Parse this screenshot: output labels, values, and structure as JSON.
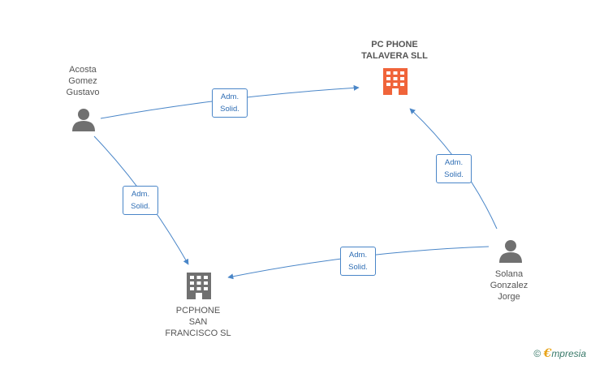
{
  "nodes": {
    "company_top": {
      "lines": [
        "PC PHONE",
        "TALAVERA SLL"
      ],
      "color": "#f0643a"
    },
    "company_bottom": {
      "lines": [
        "PCPHONE",
        "SAN",
        "FRANCISCO SL"
      ],
      "color": "#707070"
    },
    "person_left": {
      "lines": [
        "Acosta",
        "Gomez",
        "Gustavo"
      ]
    },
    "person_right": {
      "lines": [
        "Solana",
        "Gonzalez",
        "Jorge"
      ]
    }
  },
  "edges": [
    {
      "from": "person_left",
      "to": "company_top",
      "lines": [
        "Adm.",
        "Solid."
      ]
    },
    {
      "from": "person_left",
      "to": "company_bottom",
      "lines": [
        "Adm.",
        "Solid."
      ]
    },
    {
      "from": "person_right",
      "to": "company_top",
      "lines": [
        "Adm.",
        "Solid."
      ]
    },
    {
      "from": "person_right",
      "to": "company_bottom",
      "lines": [
        "Adm.",
        "Solid."
      ]
    }
  ],
  "colors": {
    "edge": "#4a86c8",
    "person": "#707070"
  },
  "footer": {
    "copyright": "©",
    "brand_initial": "€",
    "brand_rest": "mpresia"
  }
}
